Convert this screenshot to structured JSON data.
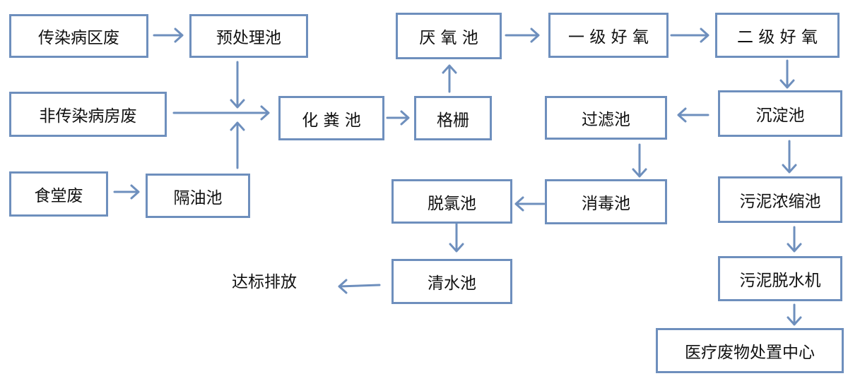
{
  "nodes": {
    "infectious_ward": "传染病区废",
    "pretreatment_tank": "预处理池",
    "noninfectious_ward": "非传染病房废",
    "septic_tank": "化 粪 池",
    "grille": "格栅",
    "anaerobic_tank": "厌 氧 池",
    "primary_aerobic": "一 级 好 氧",
    "secondary_aerobic": "二 级 好 氧",
    "sedimentation_tank": "沉淀池",
    "filter_tank": "过滤池",
    "canteen": "食堂废",
    "grease_trap": "隔油池",
    "disinfection_tank": "消毒池",
    "dechlorination_tank": "脱氯池",
    "sludge_thickener": "污泥浓缩池",
    "clear_water_tank": "清水池",
    "discharge": "达标排放",
    "sludge_dewatering": "污泥脱水机",
    "medical_waste_center": "医疗废物处置中心"
  }
}
